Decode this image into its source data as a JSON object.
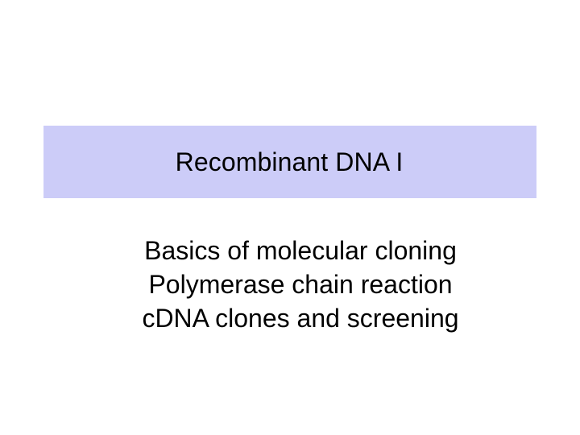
{
  "slide": {
    "background_color": "#ffffff",
    "title_banner": {
      "background_color": "#ccccf8",
      "title": "Recombinant DNA I"
    },
    "subtitle_lines": [
      {
        "text": "Basics of molecular cloning"
      },
      {
        "text": "Polymerase chain reaction"
      },
      {
        "text": "cDNA clones and screening"
      }
    ],
    "text_color": "#000000"
  }
}
